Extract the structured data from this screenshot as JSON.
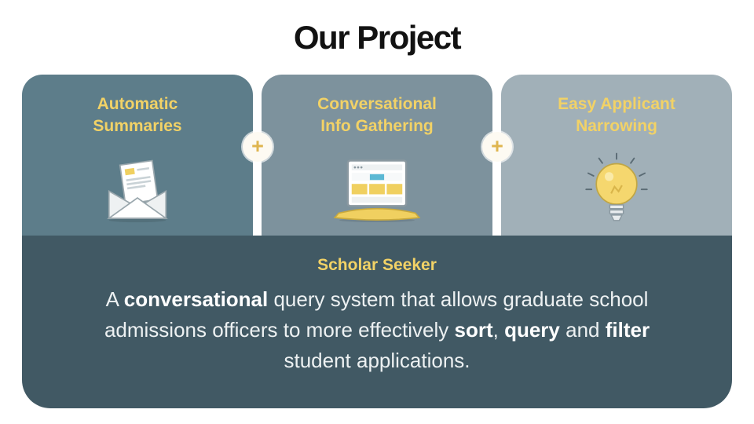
{
  "title": "Our Project",
  "cards": [
    {
      "line1": "Automatic",
      "line2": "Summaries",
      "icon": "envelope-icon"
    },
    {
      "line1": "Conversational",
      "line2": "Info Gathering",
      "icon": "laptop-browser-icon"
    },
    {
      "line1": "Easy Applicant",
      "line2": "Narrowing",
      "icon": "lightbulb-icon"
    }
  ],
  "connectors": [
    {
      "symbol": "+"
    },
    {
      "symbol": "+"
    }
  ],
  "footer": {
    "heading": "Scholar Seeker",
    "description": [
      {
        "t": "A ",
        "b": false
      },
      {
        "t": "conversational",
        "b": true
      },
      {
        "t": " query system that allows graduate school admissions officers to more effectively ",
        "b": false
      },
      {
        "t": "sort",
        "b": true
      },
      {
        "t": ", ",
        "b": false
      },
      {
        "t": "query",
        "b": true
      },
      {
        "t": " and ",
        "b": false
      },
      {
        "t": "filter",
        "b": true
      },
      {
        "t": " student applications.",
        "b": false
      }
    ]
  },
  "colors": {
    "title": "#121212",
    "card1": "#5d7d8a",
    "card2": "#7d929d",
    "card3": "#a1b0b8",
    "panel": "#415964",
    "yellow": "#f2d266",
    "plusBg": "#fdfaf2",
    "plusGold": "#dfb54f",
    "lightText": "#edf1f2"
  }
}
